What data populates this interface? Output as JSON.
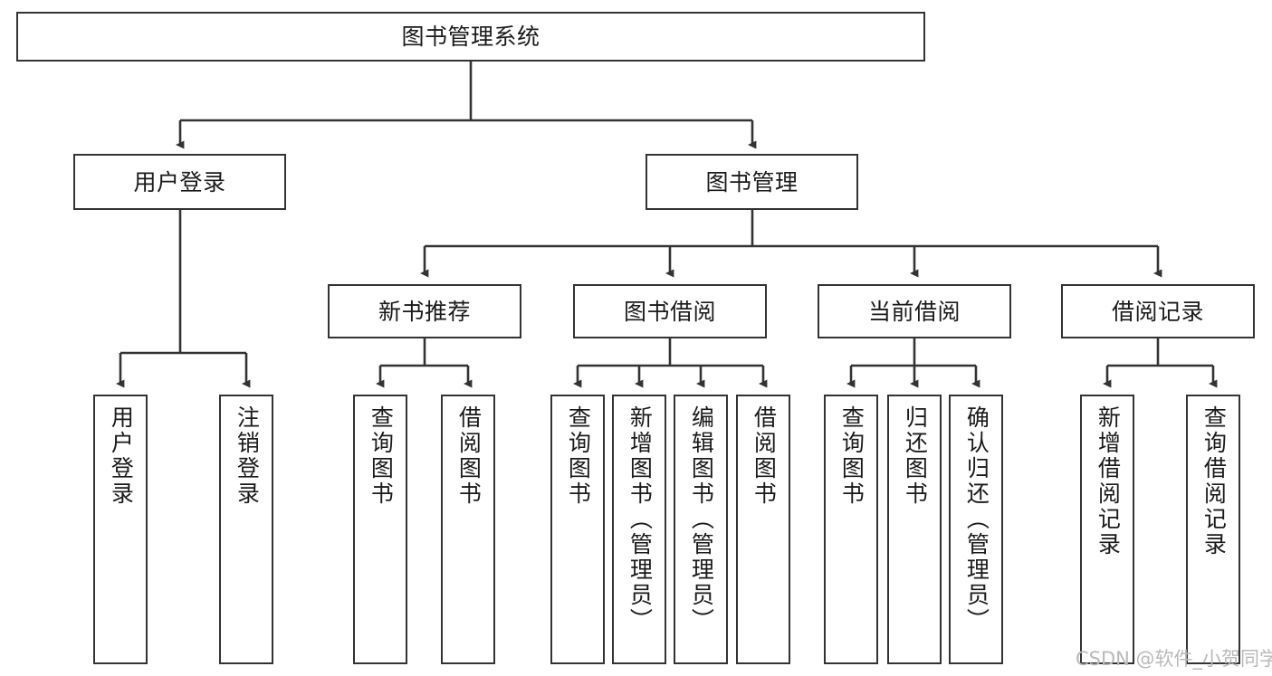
{
  "diagram": {
    "type": "tree-hierarchy",
    "title": "图书管理系统",
    "watermark": "CSDN @软件_小贺同学",
    "colors": {
      "box_border": "#333333",
      "box_fill": "#ffffff",
      "edge": "#333333",
      "text": "#1a1a1a",
      "watermark": "#b9b9b9",
      "background": "#ffffff"
    },
    "nodes": {
      "root": {
        "label": "图书管理系统"
      },
      "level2": [
        {
          "id": "user-login",
          "label": "用户登录"
        },
        {
          "id": "book-manage",
          "label": "图书管理"
        }
      ],
      "level3": [
        {
          "id": "new-book-recommend",
          "label": "新书推荐"
        },
        {
          "id": "book-borrow",
          "label": "图书借阅"
        },
        {
          "id": "current-borrow",
          "label": "当前借阅"
        },
        {
          "id": "borrow-record",
          "label": "借阅记录"
        }
      ],
      "leaves": [
        {
          "id": "leaf-user-login",
          "label": "用户登录",
          "parent": "user-login"
        },
        {
          "id": "leaf-logout-login",
          "label": "注销登录",
          "parent": "user-login"
        },
        {
          "id": "leaf-query-book-1",
          "label": "查询图书",
          "parent": "new-book-recommend"
        },
        {
          "id": "leaf-borrow-book-1",
          "label": "借阅图书",
          "parent": "new-book-recommend"
        },
        {
          "id": "leaf-query-book-2",
          "label": "查询图书",
          "parent": "book-borrow"
        },
        {
          "id": "leaf-add-book",
          "label": "新增图书（管理员）",
          "parent": "book-borrow"
        },
        {
          "id": "leaf-edit-book",
          "label": "编辑图书（管理员）",
          "parent": "book-borrow"
        },
        {
          "id": "leaf-borrow-book-2",
          "label": "借阅图书",
          "parent": "book-borrow"
        },
        {
          "id": "leaf-query-book-3",
          "label": "查询图书",
          "parent": "current-borrow"
        },
        {
          "id": "leaf-return-book",
          "label": "归还图书",
          "parent": "current-borrow"
        },
        {
          "id": "leaf-confirm-return",
          "label": "确认归还（管理员）",
          "parent": "current-borrow"
        },
        {
          "id": "leaf-add-record",
          "label": "新增借阅记录",
          "parent": "borrow-record"
        },
        {
          "id": "leaf-query-record",
          "label": "查询借阅记录",
          "parent": "borrow-record"
        }
      ]
    }
  }
}
